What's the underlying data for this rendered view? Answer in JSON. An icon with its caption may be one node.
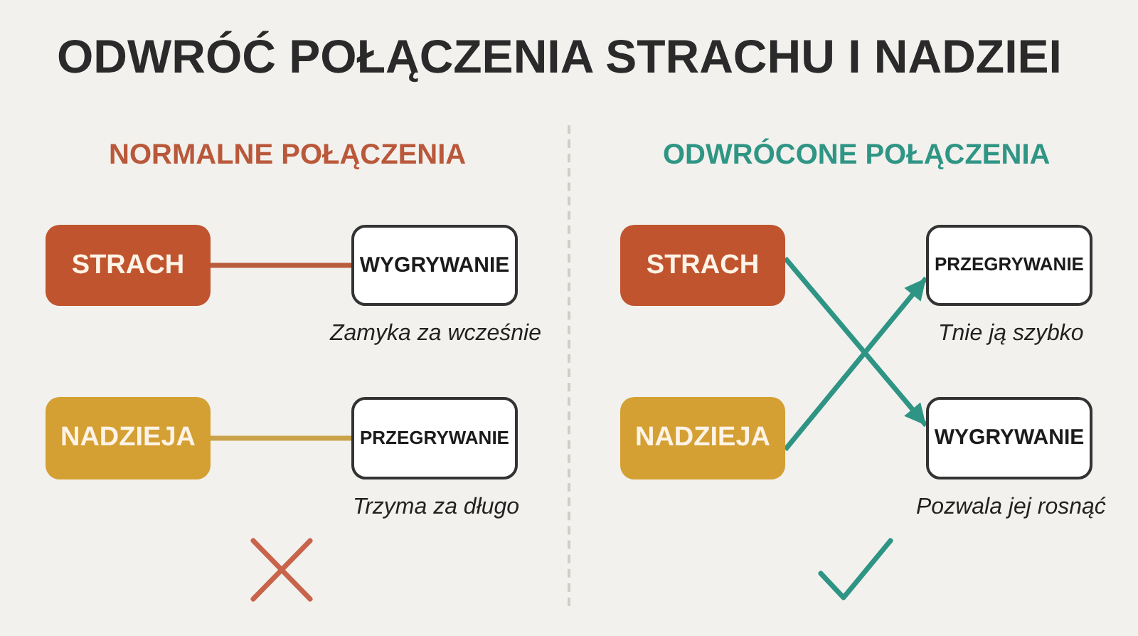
{
  "diagram": {
    "title": "ODWRÓĆ POŁĄCZENIA STRACHU I NADZIEI",
    "nodes": [
      {
        "text": [
          "STRACH"
        ]
      },
      {
        "text": [
          "WYGRYWANIE"
        ],
        "beside": [
          "Zamyka za wcześnie"
        ]
      },
      {
        "text": [
          "NADZIEJA"
        ]
      },
      {
        "text": [
          "PRZEGRYWANIE"
        ],
        "beside": [
          "Trzyma za długo"
        ]
      },
      {
        "text": [
          "STRACH"
        ]
      },
      {
        "text": [
          "PRZEGRYWANIE"
        ],
        "beside": [
          "Tnie ją szybko"
        ]
      },
      {
        "text": [
          "NADZIEJA"
        ]
      },
      {
        "text": [
          "WYGRYWANIE"
        ],
        "beside": [
          "Pozwala jej rosnąć"
        ]
      }
    ],
    "edges": [
      {
        "from": 0,
        "to": 1,
        "arrow": "none",
        "color": "#b95c3c"
      },
      {
        "from": 2,
        "to": 3,
        "arrow": "none",
        "color": "#c9a24a"
      },
      {
        "from": 4,
        "to": 7,
        "arrow": "to",
        "color": "#2e9484"
      },
      {
        "from": 6,
        "to": 5,
        "arrow": "to",
        "color": "#2e9484"
      }
    ],
    "labels": [
      "NORMALNE POŁĄCZENIA",
      "ODWRÓCONE POŁĄCZENIA"
    ]
  }
}
